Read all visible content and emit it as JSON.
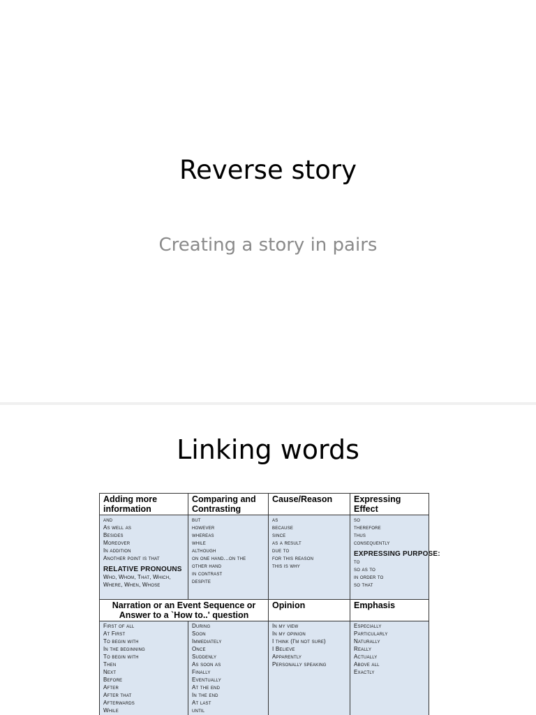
{
  "slide1": {
    "title": "Reverse story",
    "subtitle": "Creating a story in pairs"
  },
  "slide2": {
    "title": "Linking words",
    "table": {
      "top_headers": [
        "Adding more information",
        "Comparing and Contrasting",
        "Cause/Reason",
        "Expressing Effect"
      ],
      "adding": {
        "items": [
          "and",
          "As well as",
          "Besides",
          "Moreover",
          "In addition",
          "Another point is that"
        ],
        "sub_heading": "RELATIVE PRONOUNS",
        "sub_items": [
          "Who, Whom, That, Which,",
          "Where, When, Whose"
        ]
      },
      "comparing": {
        "items": [
          "but",
          "however",
          "whereas",
          "while",
          "although",
          "on one hand...on the",
          "other hand",
          "in contrast",
          "despite"
        ]
      },
      "cause": {
        "items": [
          "as",
          "because",
          "since",
          "as a result",
          "due to",
          "for this reason",
          "this is why"
        ]
      },
      "effect": {
        "items": [
          "so",
          "therefore",
          "thus",
          "consequently"
        ],
        "sub_heading": "EXPRESSING PURPOSE:",
        "sub_items": [
          "to",
          "so as to",
          "in order to",
          "so that"
        ]
      },
      "bottom_headers": [
        "Narration or an Event Sequence or Answer to a `How to..' question",
        "Opinion",
        "Emphasis"
      ],
      "narration_col1": [
        "First of all",
        "At First",
        "To begin with",
        "In the beginning",
        "To begin with",
        "Then",
        "Next",
        "Before",
        "After",
        "After that",
        "Afterwards",
        "While"
      ],
      "narration_col2": [
        "During",
        "Soon",
        "Immediately",
        "Once",
        "Suddenly",
        "As soon as",
        "Finally",
        "Eventually",
        "At the end",
        "In the end",
        "At last",
        "until"
      ],
      "opinion": [
        "In my view",
        "In my opinion",
        "I think (I'm not sure)",
        "I Believe",
        "Apparently",
        "Personally speaking"
      ],
      "emphasis": [
        "Especially",
        "Particularly",
        "Naturally",
        "Really",
        "Actually",
        "Above all",
        "Exactly"
      ]
    }
  }
}
